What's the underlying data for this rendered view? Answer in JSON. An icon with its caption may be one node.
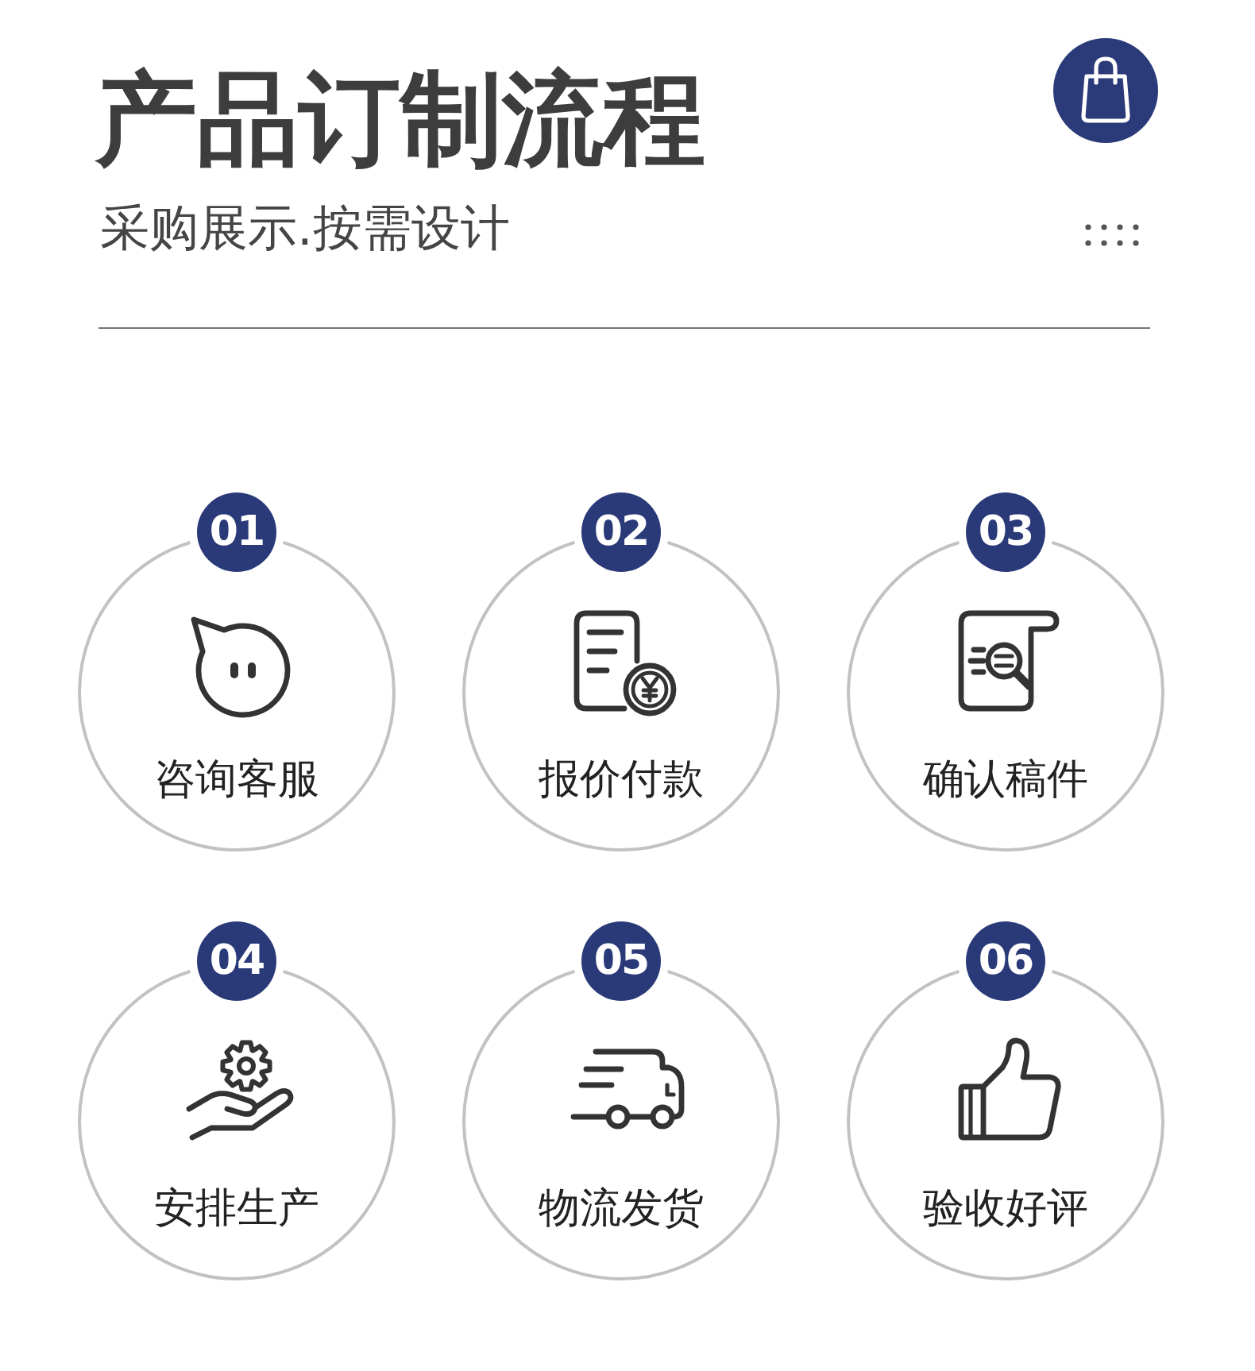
{
  "diagram": {
    "title": "产品订制流程",
    "nodes": [
      {
        "text": [
          "01",
          "咨询客服"
        ]
      },
      {
        "text": [
          "02",
          "报价付款"
        ]
      },
      {
        "text": [
          "03",
          "确认稿件"
        ]
      },
      {
        "text": [
          "04",
          "安排生产"
        ]
      },
      {
        "text": [
          "05",
          "物流发货"
        ]
      },
      {
        "text": [
          "06",
          "验收好评"
        ]
      }
    ],
    "labels": [
      "采购展示.按需设计"
    ]
  }
}
